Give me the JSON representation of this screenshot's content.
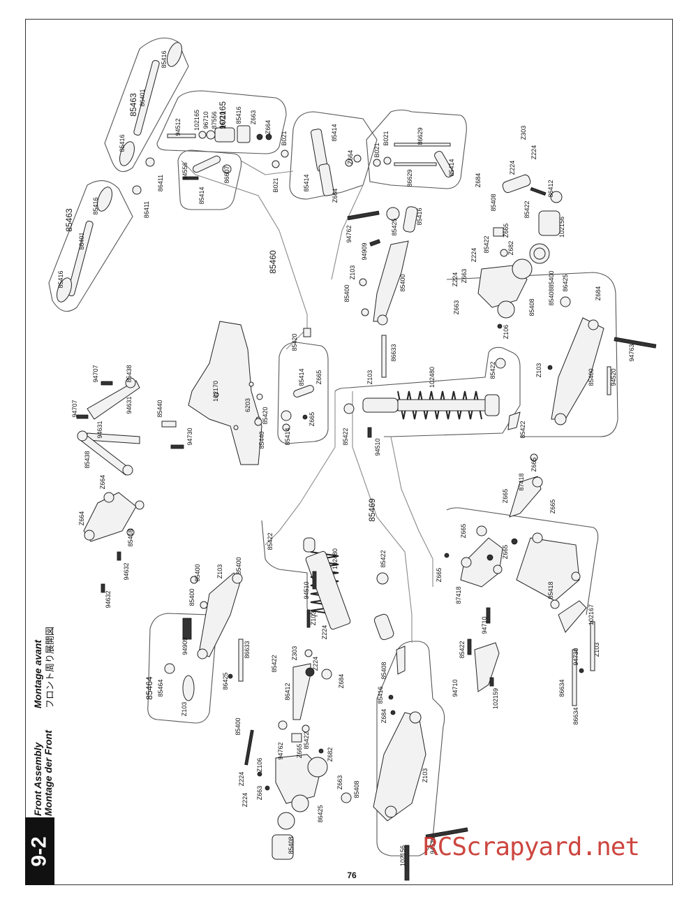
{
  "section": {
    "number": "9-2"
  },
  "titles": {
    "en": "Front Assembly",
    "de": "Montage der Front",
    "fr": "Montage avant",
    "jp": "フロント周り展開図"
  },
  "page_number": "76",
  "watermark": "RCScrapyard.net",
  "group_labels": [
    "85463",
    "102165",
    "85463",
    "85460",
    "85469",
    "85464"
  ],
  "part_labels": [
    "85416",
    "86401",
    "85416",
    "94512",
    "102165",
    "96710",
    "87556",
    "96710",
    "85416",
    "Z663",
    "Z664",
    "B021",
    "B021",
    "85414",
    "Z664",
    "B021",
    "B021",
    "86629",
    "86629",
    "85414",
    "Z303",
    "Z224",
    "Z224",
    "86411",
    "94556",
    "86607",
    "85414",
    "86411",
    "85416",
    "86401",
    "85416",
    "85414",
    "Z664",
    "Z684",
    "85408",
    "85422",
    "86412",
    "85422",
    "Z665",
    "Z682",
    "102156",
    "94762",
    "85425",
    "85416",
    "94909",
    "Z103",
    "85400",
    "85400",
    "Z224",
    "Z663",
    "Z224",
    "Z663",
    "85400",
    "86633",
    "85408",
    "86425",
    "Z106",
    "85408",
    "Z684",
    "94763",
    "85420",
    "85414",
    "Z665",
    "102170",
    "6203",
    "85420",
    "85440",
    "85414",
    "Z665",
    "94707",
    "85438",
    "94631",
    "85440",
    "94707",
    "94631",
    "85438",
    "94730",
    "Z664",
    "102480",
    "85422",
    "Z103",
    "85400",
    "94520",
    "Z103",
    "85422",
    "94510",
    "85422",
    "85422",
    "Z665",
    "87418",
    "Z665",
    "Z665",
    "Z664",
    "85418",
    "94632",
    "94632",
    "85400",
    "Z103",
    "85400",
    "85400",
    "94510",
    "102480",
    "85422",
    "Z665",
    "Z665",
    "Z665",
    "87418",
    "94710",
    "85418",
    "102167",
    "94909",
    "86633",
    "85464",
    "86425",
    "Z103",
    "Z303",
    "Z224",
    "Z224",
    "85422",
    "Z684",
    "86412",
    "85408",
    "85422",
    "94710",
    "102159",
    "94730",
    "Z103",
    "86634",
    "86634",
    "Z103",
    "85416",
    "Z684",
    "Z103",
    "85400",
    "94762",
    "85422",
    "Z665",
    "Z682",
    "Z106",
    "Z224",
    "Z224",
    "Z663",
    "Z663",
    "85408",
    "86425",
    "85408",
    "102156",
    "94520",
    "94763"
  ]
}
